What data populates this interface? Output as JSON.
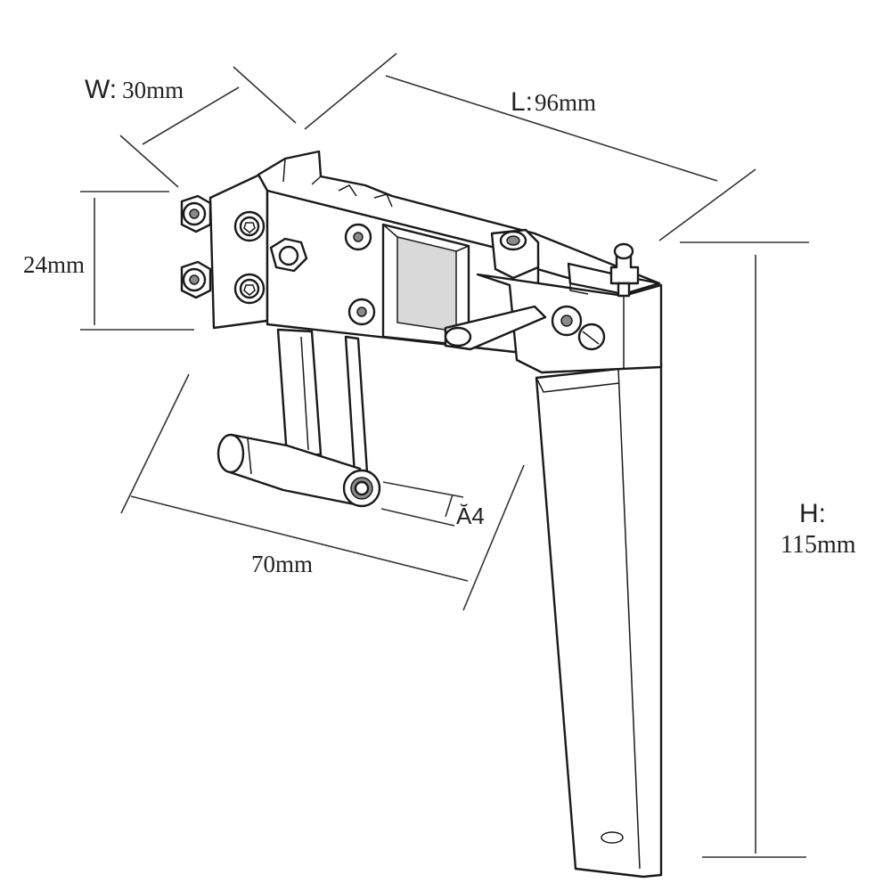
{
  "dimensions": {
    "width": {
      "prefix": "W:",
      "value": "30mm"
    },
    "length": {
      "prefix": "L:",
      "value": "96mm"
    },
    "bracket_height": {
      "value": "24mm"
    },
    "span": {
      "value": "70mm"
    },
    "hole": {
      "value": "Ă4"
    },
    "height": {
      "prefix": "H:",
      "value": "115mm"
    }
  },
  "colors": {
    "line": "#1a1a1a",
    "dimension": "#333333",
    "background": "#ffffff"
  }
}
